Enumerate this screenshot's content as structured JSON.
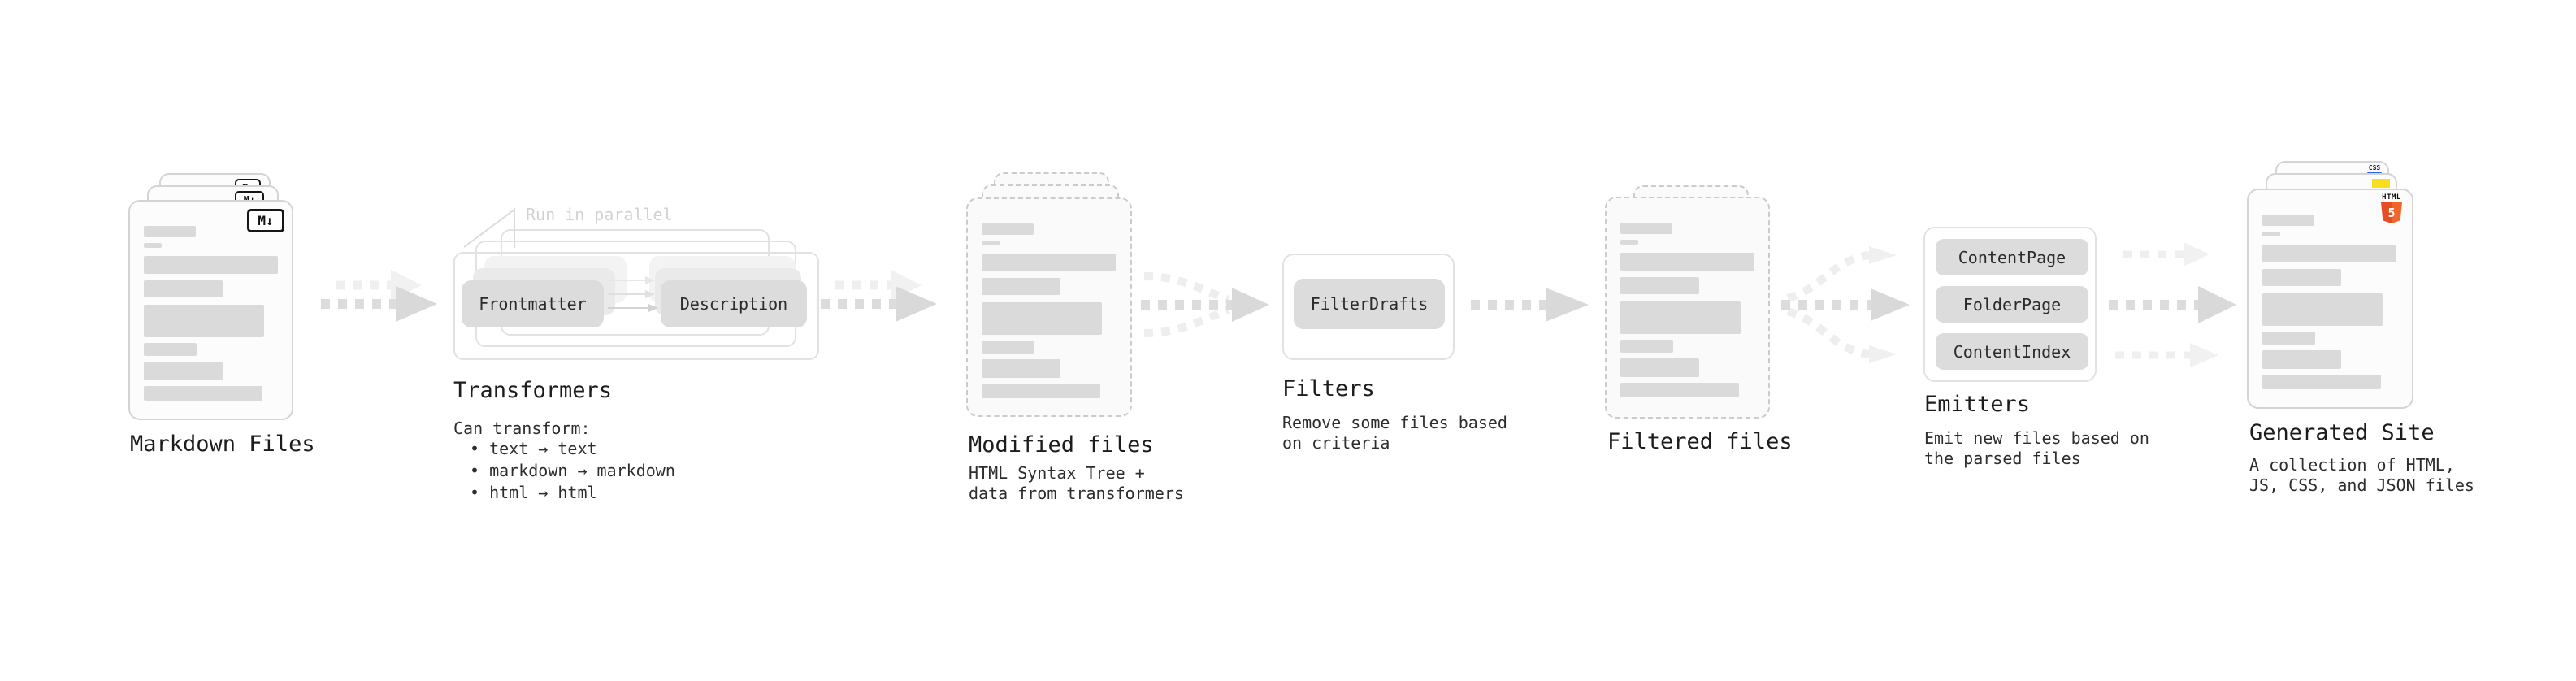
{
  "pipeline": {
    "markdown_files": {
      "label": "Markdown Files",
      "badge": "M↓"
    },
    "transformers": {
      "label": "Transformers",
      "annotation": "Run in parallel",
      "box_left": "Frontmatter",
      "box_right": "Description",
      "note_title": "Can transform:",
      "bullets": [
        "• text → text",
        "• markdown → markdown",
        "• html → html"
      ]
    },
    "modified_files": {
      "label": "Modified files",
      "description": "HTML Syntax Tree +\ndata from transformers"
    },
    "filters": {
      "label": "Filters",
      "box": "FilterDrafts",
      "description": "Remove some files based\non criteria"
    },
    "filtered_files": {
      "label": "Filtered files"
    },
    "emitters": {
      "label": "Emitters",
      "boxes": [
        "ContentPage",
        "FolderPage",
        "ContentIndex"
      ],
      "description": "Emit new files based on\nthe parsed files"
    },
    "generated_site": {
      "label": "Generated Site",
      "description": "A collection of HTML,\nJS, CSS, and JSON files",
      "badges": {
        "html_word": "HTML",
        "html_number": "5",
        "css_word": "CSS"
      }
    }
  },
  "colors": {
    "background": "#ffffff",
    "doc_fill": "#fcfcfc",
    "doc_border": "#d4d4d4",
    "placeholder_bar": "#dadada",
    "gray_box_fill": "#dcdcdc",
    "arrow_dash": "#dcdcdc",
    "arrow_dash_light": "#ededed",
    "annotation_gray": "#d2d2d2",
    "js_yellow": "#f7df1e",
    "html5_orange": "#e44d26",
    "css_blue": "#2965f1"
  }
}
